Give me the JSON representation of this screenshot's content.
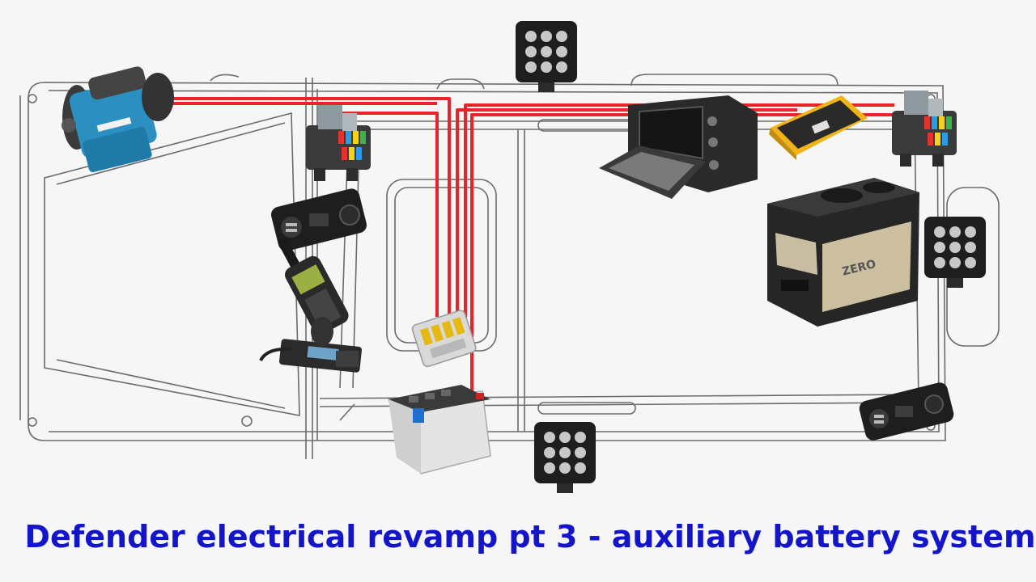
{
  "caption": "Defender electrical revamp pt 3 - auxiliary battery system",
  "colors": {
    "wire": "#e8242a",
    "outline": "#6b6b6b",
    "caption": "#1414c8"
  },
  "components": [
    {
      "id": "air-compressor",
      "icon": "air-compressor-icon"
    },
    {
      "id": "fuse-box-front",
      "icon": "fuse-box-icon"
    },
    {
      "id": "usb-socket-front",
      "icon": "usb-socket-icon"
    },
    {
      "id": "satellite-phone",
      "icon": "satellite-phone-icon"
    },
    {
      "id": "cb-radio",
      "icon": "cb-radio-icon"
    },
    {
      "id": "distribution-block",
      "icon": "fuse-block-icon"
    },
    {
      "id": "auxiliary-battery",
      "icon": "battery-icon"
    },
    {
      "id": "roof-light",
      "icon": "work-light-icon"
    },
    {
      "id": "bottom-light",
      "icon": "work-light-icon"
    },
    {
      "id": "rear-light",
      "icon": "work-light-icon"
    },
    {
      "id": "toaster-oven",
      "icon": "oven-icon"
    },
    {
      "id": "power-inverter",
      "icon": "inverter-icon"
    },
    {
      "id": "fuse-box-rear",
      "icon": "fuse-box-icon"
    },
    {
      "id": "fridge",
      "icon": "fridge-icon"
    },
    {
      "id": "usb-socket-rear",
      "icon": "usb-socket-icon"
    }
  ],
  "fridge_brand": "ZERO"
}
